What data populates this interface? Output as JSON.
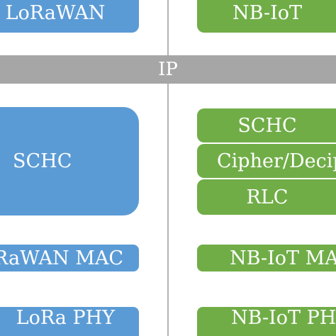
{
  "colors": {
    "lorawan": "#5b9bd5",
    "nbiot": "#70ad47",
    "ip": "#a6a6a6",
    "divider": "#b3b3b3"
  },
  "shared": {
    "ip": "IP"
  },
  "lorawan_stack": {
    "top": "LoRaWAN",
    "schc": "SCHC",
    "mac": "LoRaWAN MAC",
    "phy": "LoRa PHY"
  },
  "nbiot_stack": {
    "top": "NB-IoT",
    "schc": "SCHC",
    "cipher": "Cipher/Decipher",
    "rlc": "RLC",
    "mac": "NB-IoT MAC",
    "phy": "NB-IoT PHY"
  }
}
